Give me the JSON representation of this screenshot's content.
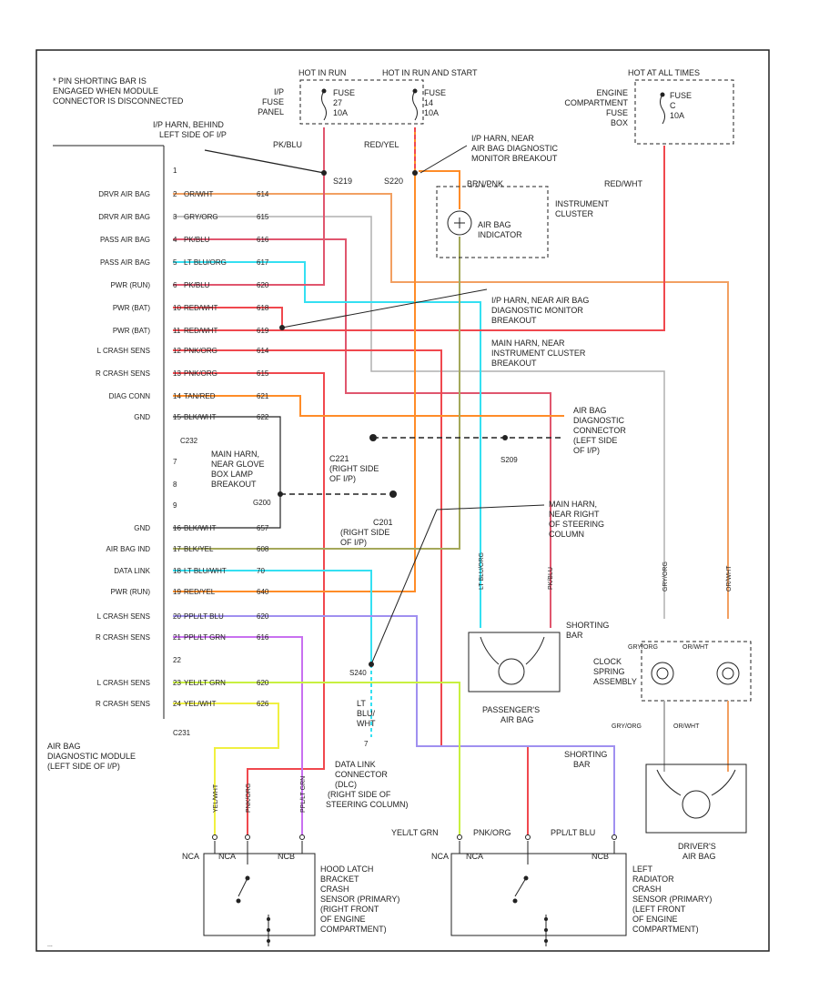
{
  "note": [
    "* PIN SHORTING BAR IS",
    "ENGAGED WHEN MODULE",
    "CONNECTOR IS DISCONNECTED"
  ],
  "top_power": {
    "hot_run": "HOT IN RUN",
    "hot_run_start": "HOT IN RUN AND START",
    "hot_at_all_times": "HOT AT ALL TIMES"
  },
  "fuse_ip_panel": [
    "I/P",
    "FUSE",
    "PANEL"
  ],
  "fuse_27": [
    "FUSE",
    "27",
    "10A"
  ],
  "fuse_14": [
    "FUSE",
    "14",
    "10A"
  ],
  "fuse_engine": [
    "ENGINE",
    "COMPARTMENT",
    "FUSE",
    "BOX"
  ],
  "fuse_c": [
    "FUSE",
    "C",
    "10A"
  ],
  "wire_pkblu_top": "PK/BLU",
  "wire_redyel_top": "RED/YEL",
  "wire_redwht_top": "RED/WHT",
  "splice_s219": "S219",
  "splice_s220": "S220",
  "note_ip_harn_behind": [
    "I/P HARN, BEHIND",
    "LEFT SIDE OF I/P"
  ],
  "note_ip_harn_near_monitor": [
    "I/P HARN, NEAR",
    "AIR BAG DIAGNOSTIC",
    "MONITOR BREAKOUT"
  ],
  "indicator_label": [
    "AIR BAG",
    "INDICATOR"
  ],
  "indicator_wire": "BRN/PNK",
  "instrument_cluster": [
    "INSTRUMENT",
    "CLUSTER"
  ],
  "module_pins": [
    {
      "num": "1",
      "left": "",
      "wire": "",
      "circuit": ""
    },
    {
      "num": "2",
      "left": "DRVR AIR BAG",
      "wire": "OR/WHT",
      "circuit": "614"
    },
    {
      "num": "3",
      "left": "DRVR AIR BAG",
      "wire": "GRY/ORG",
      "circuit": "615"
    },
    {
      "num": "4",
      "left": "PASS AIR BAG",
      "wire": "PK/BLU",
      "circuit": "616"
    },
    {
      "num": "5",
      "left": "PASS AIR BAG",
      "wire": "LT BLU/ORG",
      "circuit": "617"
    },
    {
      "num": "6",
      "left": "PWR (RUN)",
      "wire": "PK/BLU",
      "circuit": "620"
    },
    {
      "num": "10",
      "left": "PWR (BAT)",
      "wire": "RED/WHT",
      "circuit": "618"
    },
    {
      "num": "11",
      "left": "PWR (BAT)",
      "wire": "RED/WHT",
      "circuit": "619"
    },
    {
      "num": "12",
      "left": "L CRASH SENS",
      "wire": "PNK/ORG",
      "circuit": "614"
    },
    {
      "num": "13",
      "left": "R CRASH SENS",
      "wire": "PNK/ORG",
      "circuit": "615"
    },
    {
      "num": "14",
      "left": "DIAG CONN",
      "wire": "TAN/RED",
      "circuit": "621"
    },
    {
      "num": "15",
      "left": "GND",
      "wire": "BLK/WHT",
      "circuit": "622"
    }
  ],
  "c232": "C232",
  "pin7": "7",
  "pin8": "8",
  "pin9": "9",
  "note_main_harn_glove": [
    "MAIN HARN,",
    "NEAR GLOVE",
    "BOX LAMP",
    "BREAKOUT"
  ],
  "g200": "G200",
  "module_pins_lower": [
    {
      "num": "16",
      "left": "GND",
      "wire": "BLK/WHT",
      "circuit": "657"
    },
    {
      "num": "17",
      "left": "AIR BAG IND",
      "wire": "BLK/YEL",
      "circuit": "608"
    },
    {
      "num": "18",
      "left": "DATA LINK",
      "wire": "LT BLU/WHT",
      "circuit": "70"
    },
    {
      "num": "19",
      "left": "PWR (RUN)",
      "wire": "RED/YEL",
      "circuit": "640"
    },
    {
      "num": "20",
      "left": "L CRASH SENS",
      "wire": "PPL/LT BLU",
      "circuit": "620"
    },
    {
      "num": "21",
      "left": "R CRASH SENS",
      "wire": "PPL/LT GRN",
      "circuit": "616"
    },
    {
      "num": "22",
      "left": "",
      "wire": "",
      "circuit": ""
    },
    {
      "num": "23",
      "left": "L CRASH SENS",
      "wire": "YEL/LT GRN",
      "circuit": "620"
    },
    {
      "num": "24",
      "left": "R CRASH SENS",
      "wire": "YEL/WHT",
      "circuit": "626"
    }
  ],
  "c231": "C231",
  "module_label": [
    "AIR BAG",
    "DIAGNOSTIC MODULE",
    "(LEFT SIDE OF I/P)"
  ],
  "note_ip_harn_near_diag_monitor": [
    "I/P HARN, NEAR AIR BAG",
    "DIAGNOSTIC MONITOR",
    "BREAKOUT"
  ],
  "note_main_harn_cluster": [
    "MAIN HARN, NEAR",
    "INSTRUMENT CLUSTER",
    "BREAKOUT"
  ],
  "s209": "S209",
  "diag_connector": [
    "AIR BAG",
    "DIAGNOSTIC",
    "CONNECTOR",
    "(LEFT SIDE",
    "OF I/P)"
  ],
  "c221": "C221",
  "c221_label": [
    "(RIGHT SIDE",
    "OF I/P)"
  ],
  "c201": "C201",
  "c201_label": [
    "(RIGHT SIDE",
    "OF I/P)"
  ],
  "note_main_harn_steering": [
    "MAIN HARN,",
    "NEAR RIGHT",
    "OF STEERING",
    "COLUMN"
  ],
  "s240": "S240",
  "dlc_wire": [
    "LT",
    "BLU/",
    "WHT"
  ],
  "dlc_pin": "7",
  "dlc_label": [
    "DATA LINK",
    "CONNECTOR",
    "(DLC)",
    "(RIGHT SIDE OF",
    "STEERING COLUMN)"
  ],
  "pass_airbag": [
    "PASSENGER'S",
    "AIR BAG"
  ],
  "shorting_bar_1": [
    "SHORTING",
    "BAR"
  ],
  "shorting_bar_2": [
    "SHORTING",
    "BAR"
  ],
  "clock_spring": [
    "CLOCK",
    "SPRING",
    "ASSEMBLY"
  ],
  "wire_gryorg_left": "GRY/ORG",
  "wire_orgwht_right": "OR/WHT",
  "drivers_airbag": [
    "DRIVER'S",
    "AIR BAG"
  ],
  "wire_vertical_labels": [
    "LT BLU/ORG",
    "PK/BLU",
    "GRY/ORG",
    "OR/WHT"
  ],
  "left_sensor_wires": [
    "YEL/WHT",
    "PNK/ORG",
    "PPL/LT GRN"
  ],
  "right_sensor_top": {
    "a": "YEL/LT GRN",
    "b": "PNK/ORG",
    "c": "PPL/LT BLU"
  },
  "sensor_terminals": {
    "nca": "NCA",
    "nca2": "NCA",
    "ncb": "NCB"
  },
  "hood_sensor": [
    "HOOD LATCH",
    "BRACKET",
    "CRASH",
    "SENSOR (PRIMARY)",
    "(RIGHT FRONT",
    "OF ENGINE",
    "COMPARTMENT)"
  ],
  "left_sensor": [
    "LEFT",
    "RADIATOR",
    "CRASH",
    "SENSOR (PRIMARY)",
    "(LEFT FRONT",
    "OF ENGINE",
    "COMPARTMENT)"
  ],
  "footer": "...",
  "colors": {
    "orange": "#f2a062",
    "gray": "#b0b0b0",
    "red_pink": "#e0566e",
    "cyan": "#34e0f2",
    "red": "#f0484e",
    "wire_orange2": "#ff8c28",
    "olive": "#a4a85a",
    "green_yellow": "#c8f040",
    "yellow": "#f0f040",
    "purple": "#c870f0",
    "lavender": "#a090f0",
    "black": "#222222"
  }
}
